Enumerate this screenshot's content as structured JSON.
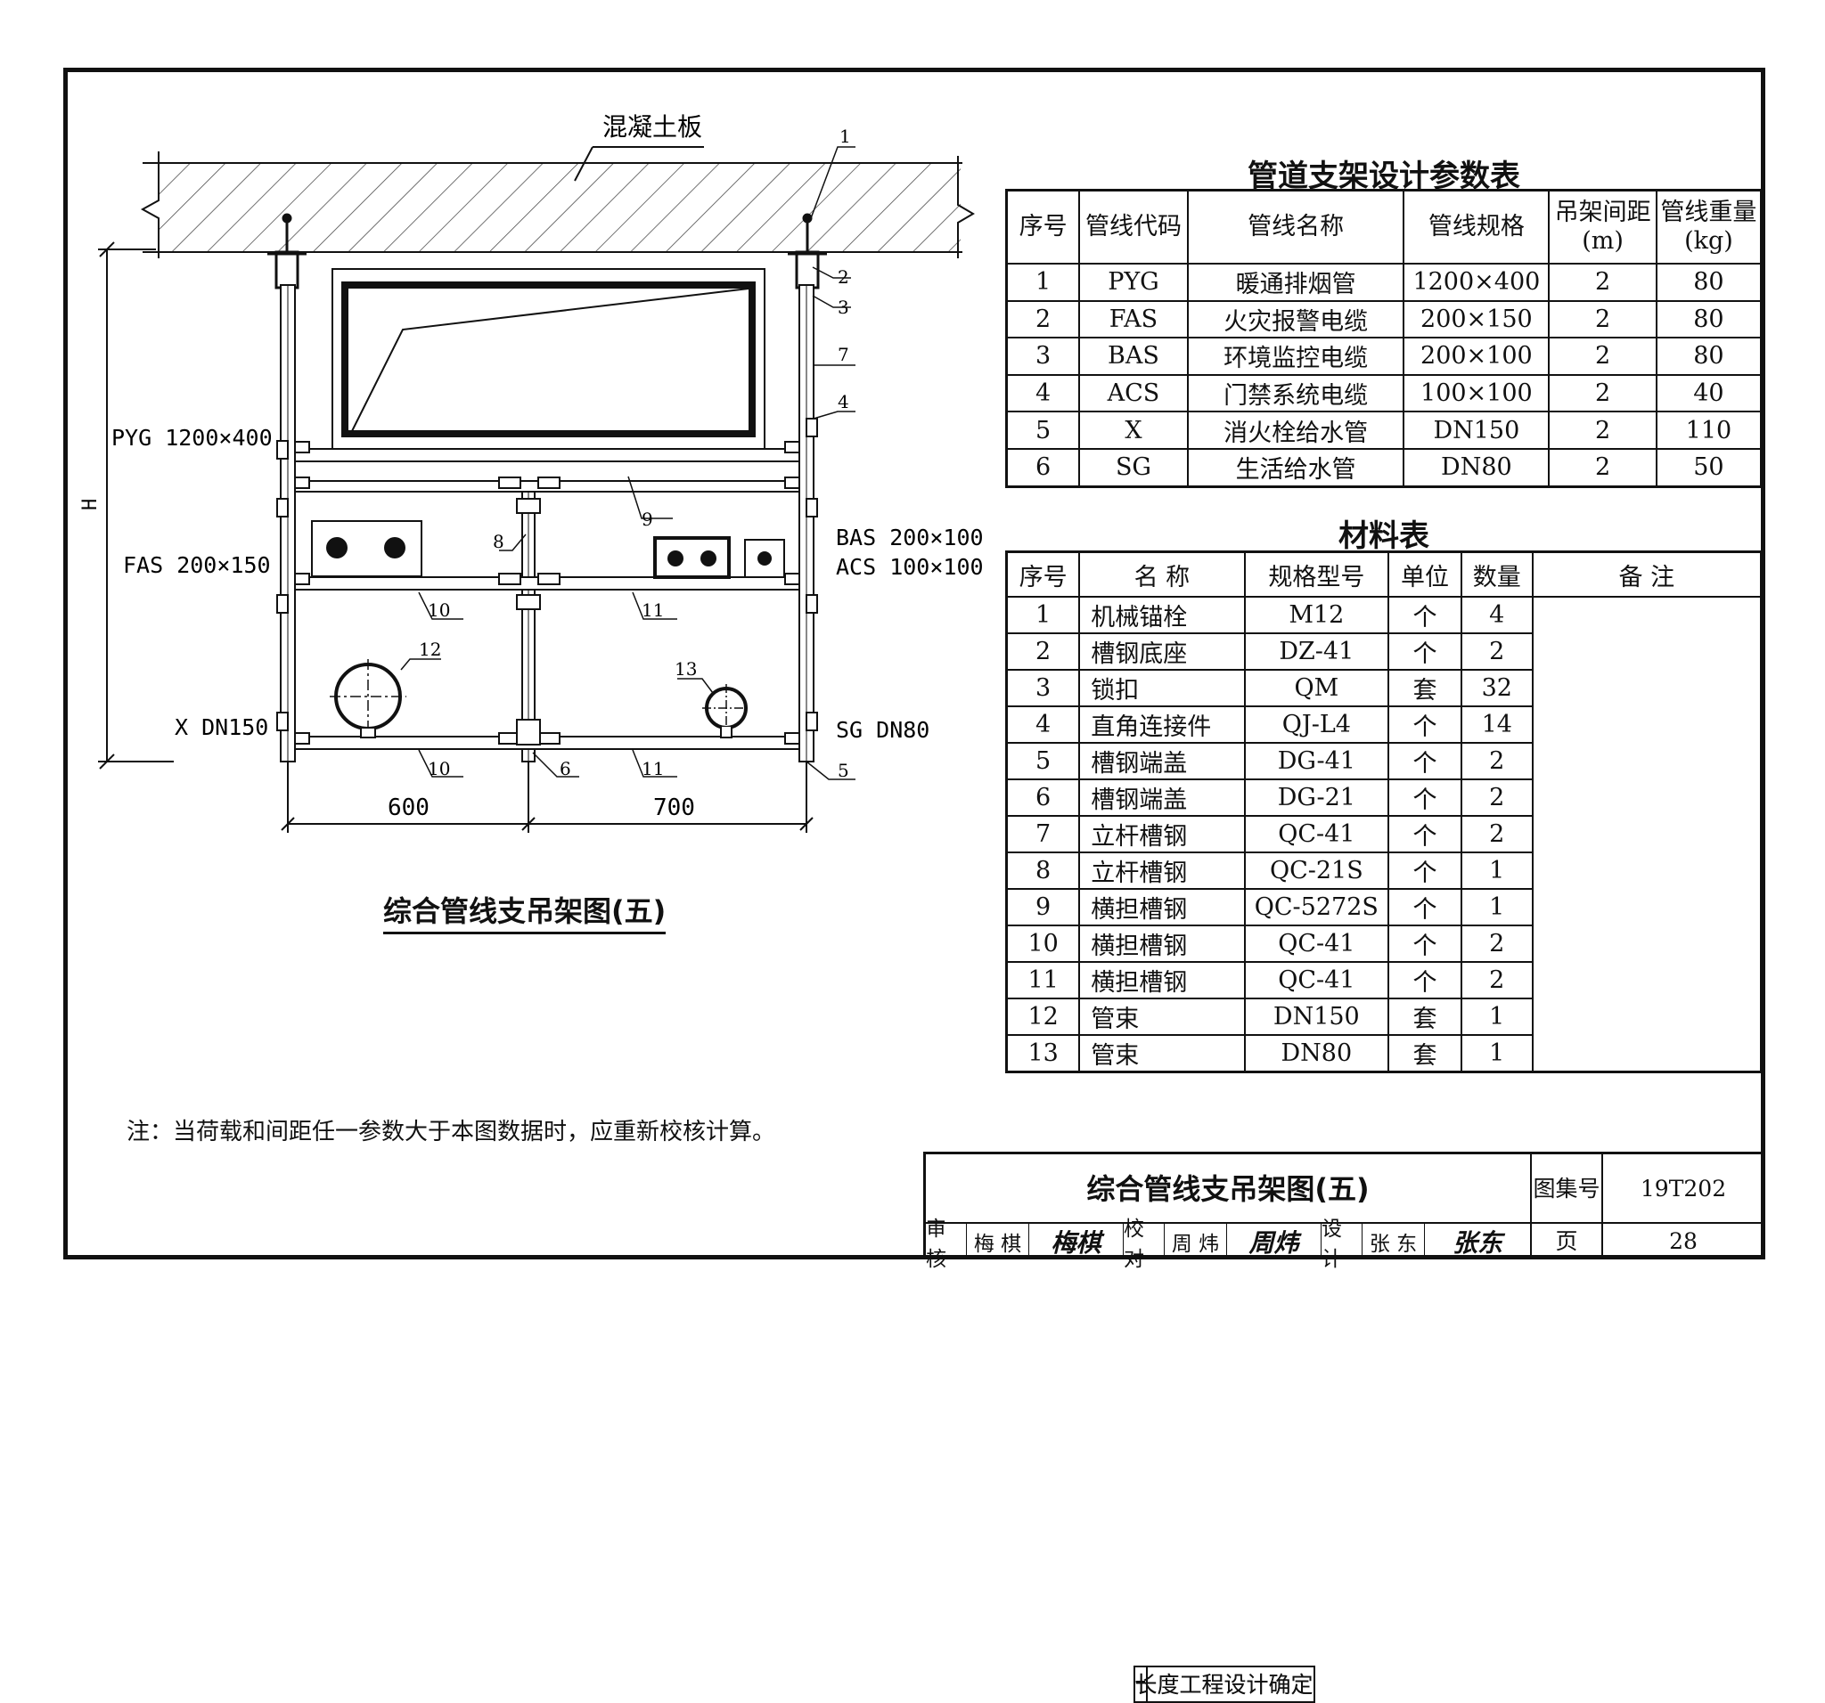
{
  "drawing": {
    "slab_label": "混凝土板",
    "height_label": "H",
    "pipe_labels": {
      "pyg": "PYG 1200×400",
      "fas": "FAS 200×150",
      "bas": "BAS 200×100",
      "acs": "ACS 100×100",
      "x": "X DN150",
      "sg": "SG DN80"
    },
    "callouts": [
      "1",
      "2",
      "3",
      "7",
      "4",
      "9",
      "8",
      "10",
      "11",
      "12",
      "13",
      "10",
      "6",
      "11",
      "5"
    ],
    "dimensions": {
      "left": "600",
      "right": "700"
    },
    "caption": "综合管线支吊架图(五)"
  },
  "params_table": {
    "title": "管道支架设计参数表",
    "headers": [
      "序号",
      "管线代码",
      "管线名称",
      "管线规格",
      "吊架间距(m)",
      "管线重量(kg)"
    ],
    "rows": [
      [
        "1",
        "PYG",
        "暖通排烟管",
        "1200×400",
        "2",
        "80"
      ],
      [
        "2",
        "FAS",
        "火灾报警电缆",
        "200×150",
        "2",
        "80"
      ],
      [
        "3",
        "BAS",
        "环境监控电缆",
        "200×100",
        "2",
        "80"
      ],
      [
        "4",
        "ACS",
        "门禁系统电缆",
        "100×100",
        "2",
        "40"
      ],
      [
        "5",
        "X",
        "消火栓给水管",
        "DN150",
        "2",
        "110"
      ],
      [
        "6",
        "SG",
        "生活给水管",
        "DN80",
        "2",
        "50"
      ]
    ]
  },
  "material_table": {
    "title": "材料表",
    "headers": [
      "序号",
      "名 称",
      "规格型号",
      "单位",
      "数量",
      "备 注"
    ],
    "rows": [
      [
        "1",
        "机械锚栓",
        "M12",
        "个",
        "4",
        "–"
      ],
      [
        "2",
        "槽钢底座",
        "DZ-41",
        "个",
        "2",
        "–"
      ],
      [
        "3",
        "锁扣",
        "QM",
        "套",
        "32",
        "–"
      ],
      [
        "4",
        "直角连接件",
        "QJ-L4",
        "个",
        "14",
        "–"
      ],
      [
        "5",
        "槽钢端盖",
        "DG-41",
        "个",
        "2",
        "–"
      ],
      [
        "6",
        "槽钢端盖",
        "DG-21",
        "个",
        "2",
        "–"
      ],
      [
        "7",
        "立杆槽钢",
        "QC-41",
        "个",
        "2",
        "长度工程设计确定"
      ],
      [
        "8",
        "立杆槽钢",
        "QC-21S",
        "个",
        "1",
        "长度工程设计确定"
      ],
      [
        "9",
        "横担槽钢",
        "QC-5272S",
        "个",
        "1",
        "–"
      ],
      [
        "10",
        "横担槽钢",
        "QC-41",
        "个",
        "2",
        "–"
      ],
      [
        "11",
        "横担槽钢",
        "QC-41",
        "个",
        "2",
        "–"
      ],
      [
        "12",
        "管束",
        "DN150",
        "套",
        "1",
        "–"
      ],
      [
        "13",
        "管束",
        "DN80",
        "套",
        "1",
        "–"
      ]
    ]
  },
  "note": "注：当荷载和间距任一参数大于本图数据时，应重新校核计算。",
  "title_block": {
    "title": "综合管线支吊架图(五)",
    "atlas_label": "图集号",
    "atlas_no": "19T202",
    "page_label": "页",
    "page_no": "28",
    "review_label": "审核",
    "reviewer": "梅 棋",
    "reviewer_sig": "梅棋",
    "check_label": "校对",
    "checker": "周 炜",
    "checker_sig": "周炜",
    "design_label": "设计",
    "designer": "张 东",
    "designer_sig": "张东"
  }
}
